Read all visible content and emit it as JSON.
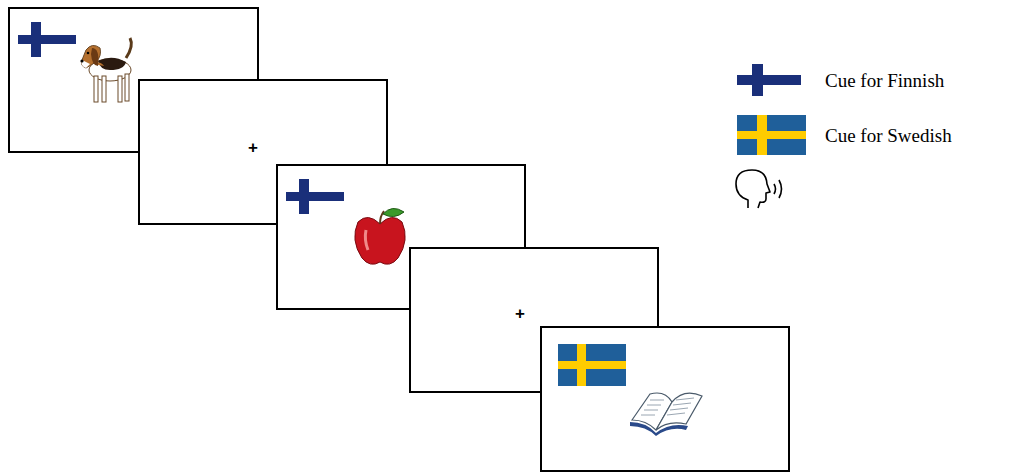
{
  "diagram": {
    "labels": [
      "+",
      "+"
    ],
    "legend": [
      {
        "text": "Cue for Finnish"
      },
      {
        "text": "Cue for Swedish"
      }
    ]
  }
}
